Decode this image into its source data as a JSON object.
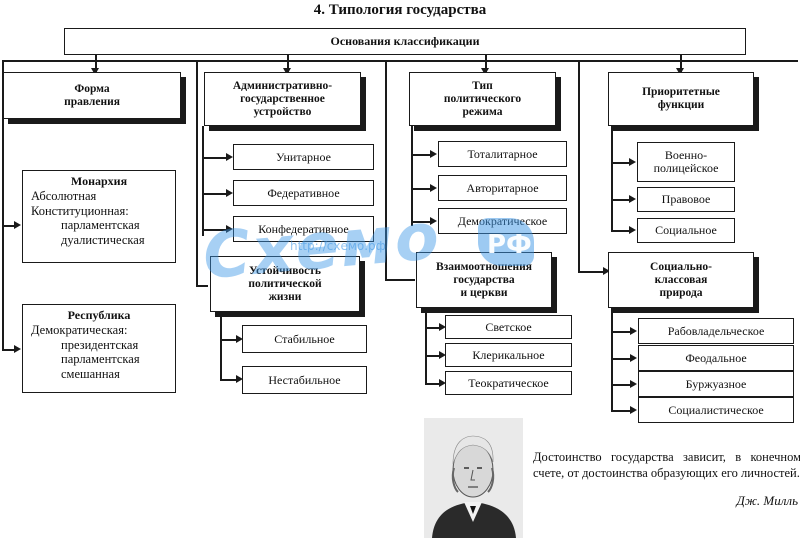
{
  "title": "4. Типология государства",
  "root": "Основания классификации",
  "col1": {
    "header": [
      "Форма",
      "правления"
    ],
    "monarchy": {
      "heading": "Монархия",
      "lines": [
        "Абсолютная",
        "Конституционная:",
        "парламентская",
        "дуалистическая"
      ]
    },
    "republic": {
      "heading": "Республика",
      "lines": [
        "Демократическая:",
        "президентская",
        "парламентская",
        "смешанная"
      ]
    }
  },
  "col2": {
    "header": [
      "Административно-",
      "государственное",
      "устройство"
    ],
    "items": [
      "Унитарное",
      "Федеративное",
      "Конфедеративное"
    ],
    "sub_header": [
      "Устойчивость",
      "политической",
      "жизни"
    ],
    "sub_items": [
      "Стабильное",
      "Нестабильное"
    ]
  },
  "col3": {
    "header": [
      "Тип",
      "политического",
      "режима"
    ],
    "items": [
      "Тоталитарное",
      "Авторитарное",
      "Демократическое"
    ],
    "sub_header": [
      "Взаимоотношения",
      "государства",
      "и церкви"
    ],
    "sub_items": [
      "Светское",
      "Клерикальное",
      "Теократическое"
    ]
  },
  "col4": {
    "header": [
      "Приоритетные",
      "функции"
    ],
    "items": [
      [
        "Военно-",
        "полицейское"
      ],
      [
        "Правовое"
      ],
      [
        "Социальное"
      ]
    ],
    "sub_header": [
      "Социально-",
      "классовая",
      "природа"
    ],
    "sub_items": [
      "Рабовладельческое",
      "Феодальное",
      "Буржуазное",
      "Социалистическое"
    ]
  },
  "quote": {
    "text": "Достоинство государства зависит, в конечном счете, от достоинства образующих его личностей.",
    "author": "Дж. Милль"
  },
  "watermark": {
    "brand": "Схемо",
    "url": "http://схемо.рф",
    "badge": "РФ",
    "color": "#3c96e6"
  }
}
